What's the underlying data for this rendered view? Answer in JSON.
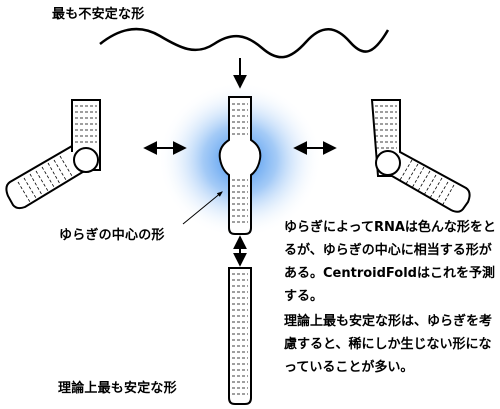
{
  "labels": {
    "most_unstable": "最も不安定な形",
    "fluctuation_center": "ゆらぎの中心の形",
    "theoretical_most_stable": "理論上最も安定な形"
  },
  "description": {
    "paragraph1": "ゆらぎによってRNAは色んな形をとるが、ゆらぎの中心に相当する形がある。CentroidFoldはこれを予測する。",
    "paragraph2": "理論上最も安定な形は、ゆらぎを考慮すると、稀にしか生じない形になっていることが多い。"
  },
  "colors": {
    "glow": "#2f86ec",
    "stroke": "#000000",
    "fill": "#ffffff"
  }
}
